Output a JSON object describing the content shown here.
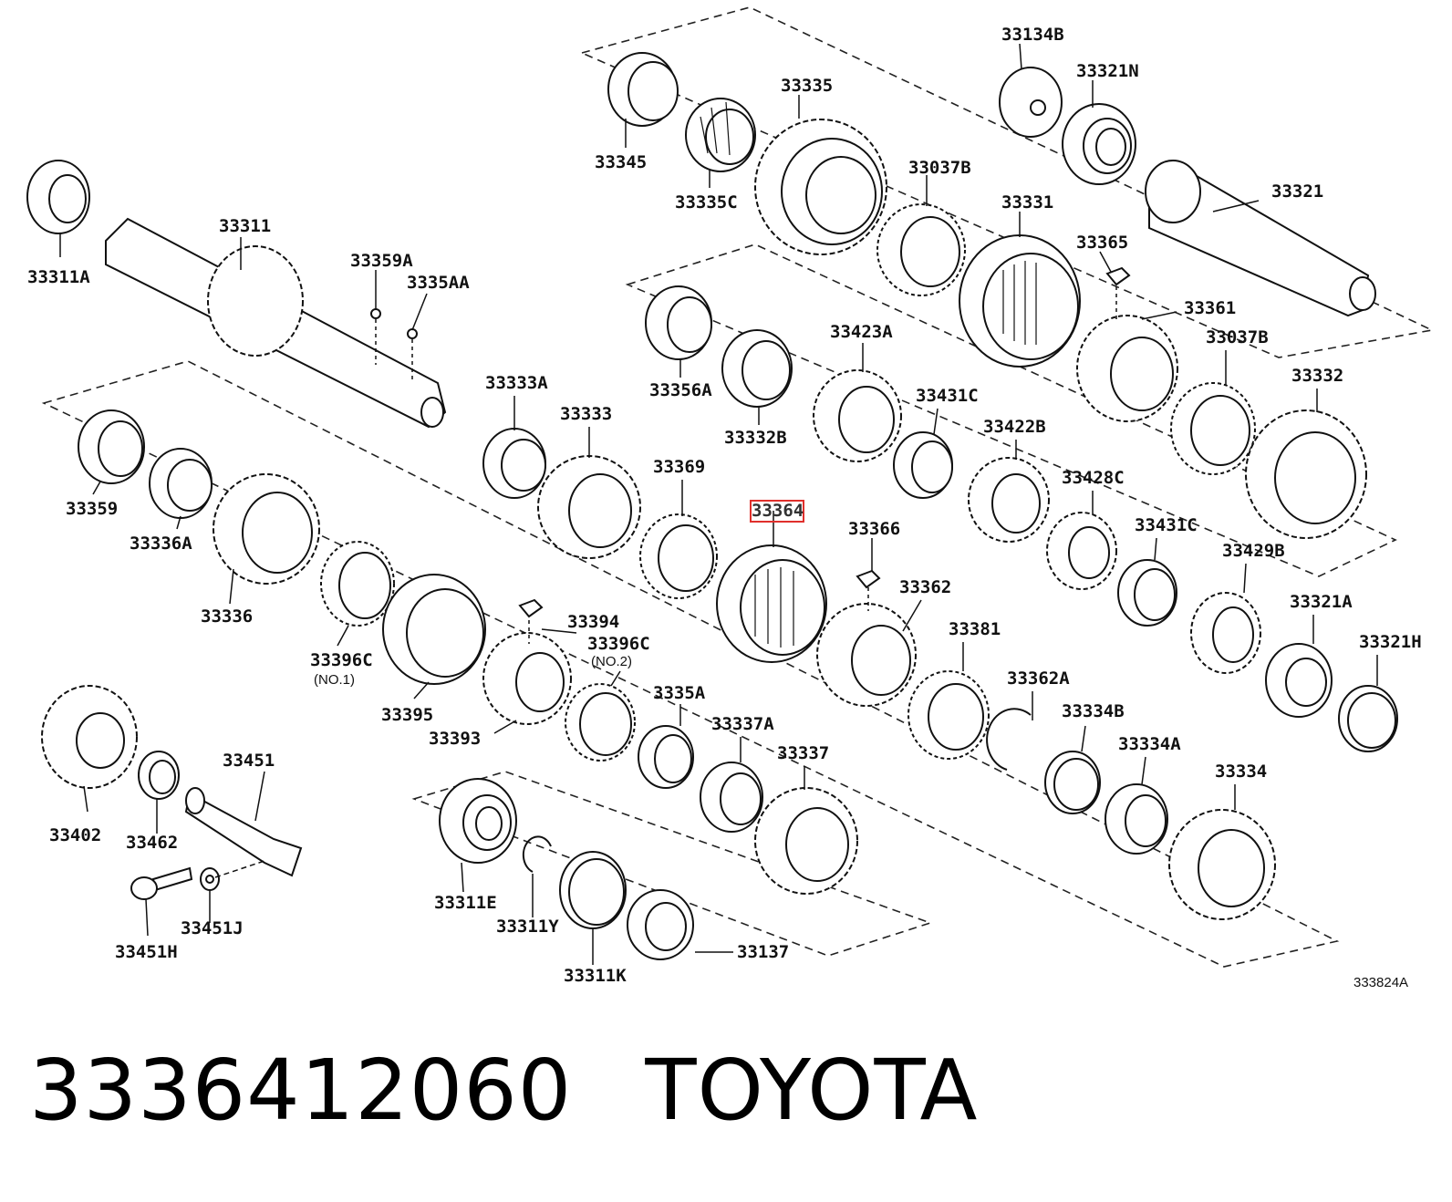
{
  "diagram": {
    "highlighted_part": "33364",
    "highlight_color": "#e0302c",
    "labels": [
      {
        "id": "33134B",
        "text": "33134B"
      },
      {
        "id": "33321N",
        "text": "33321N"
      },
      {
        "id": "33335",
        "text": "33335"
      },
      {
        "id": "33345",
        "text": "33345"
      },
      {
        "id": "33335C",
        "text": "33335C"
      },
      {
        "id": "33037B-top",
        "text": "33037B"
      },
      {
        "id": "33321",
        "text": "33321"
      },
      {
        "id": "33331",
        "text": "33331"
      },
      {
        "id": "33365",
        "text": "33365"
      },
      {
        "id": "33311",
        "text": "33311"
      },
      {
        "id": "33311A",
        "text": "33311A"
      },
      {
        "id": "33359A",
        "text": "33359A"
      },
      {
        "id": "3335AA",
        "text": "3335AA"
      },
      {
        "id": "33361",
        "text": "33361"
      },
      {
        "id": "33037B-right",
        "text": "33037B"
      },
      {
        "id": "33423A",
        "text": "33423A"
      },
      {
        "id": "33356A",
        "text": "33356A"
      },
      {
        "id": "33332",
        "text": "33332"
      },
      {
        "id": "33333A",
        "text": "33333A"
      },
      {
        "id": "33431C-a",
        "text": "33431C"
      },
      {
        "id": "33333",
        "text": "33333"
      },
      {
        "id": "33332B",
        "text": "33332B"
      },
      {
        "id": "33422B",
        "text": "33422B"
      },
      {
        "id": "33369",
        "text": "33369"
      },
      {
        "id": "33428C",
        "text": "33428C"
      },
      {
        "id": "33359",
        "text": "33359"
      },
      {
        "id": "33364",
        "text": "33364"
      },
      {
        "id": "33366",
        "text": "33366"
      },
      {
        "id": "33431C-b",
        "text": "33431C"
      },
      {
        "id": "33336A",
        "text": "33336A"
      },
      {
        "id": "33429B",
        "text": "33429B"
      },
      {
        "id": "33362",
        "text": "33362"
      },
      {
        "id": "33321A",
        "text": "33321A"
      },
      {
        "id": "33336",
        "text": "33336"
      },
      {
        "id": "33394",
        "text": "33394"
      },
      {
        "id": "33381",
        "text": "33381"
      },
      {
        "id": "33321H",
        "text": "33321H"
      },
      {
        "id": "33396C-a",
        "text": "33396C"
      },
      {
        "id": "33396C-b",
        "text": "33396C"
      },
      {
        "id": "33362A",
        "text": "33362A"
      },
      {
        "id": "3335A",
        "text": "3335A"
      },
      {
        "id": "33395",
        "text": "33395"
      },
      {
        "id": "33393",
        "text": "33393"
      },
      {
        "id": "33334B",
        "text": "33334B"
      },
      {
        "id": "33337A",
        "text": "33337A"
      },
      {
        "id": "33334A",
        "text": "33334A"
      },
      {
        "id": "33451",
        "text": "33451"
      },
      {
        "id": "33337",
        "text": "33337"
      },
      {
        "id": "33334",
        "text": "33334"
      },
      {
        "id": "33402",
        "text": "33402"
      },
      {
        "id": "33462",
        "text": "33462"
      },
      {
        "id": "33311E",
        "text": "33311E"
      },
      {
        "id": "33451J",
        "text": "33451J"
      },
      {
        "id": "33311Y",
        "text": "33311Y"
      },
      {
        "id": "33137",
        "text": "33137"
      },
      {
        "id": "33451H",
        "text": "33451H"
      },
      {
        "id": "33311K",
        "text": "33311K"
      }
    ],
    "notes": {
      "no1": "(NO.1)",
      "no2": "(NO.2)"
    },
    "drawing_code": "333824A"
  },
  "caption": {
    "part_number": "3336412060",
    "brand": "TOYOTA"
  }
}
